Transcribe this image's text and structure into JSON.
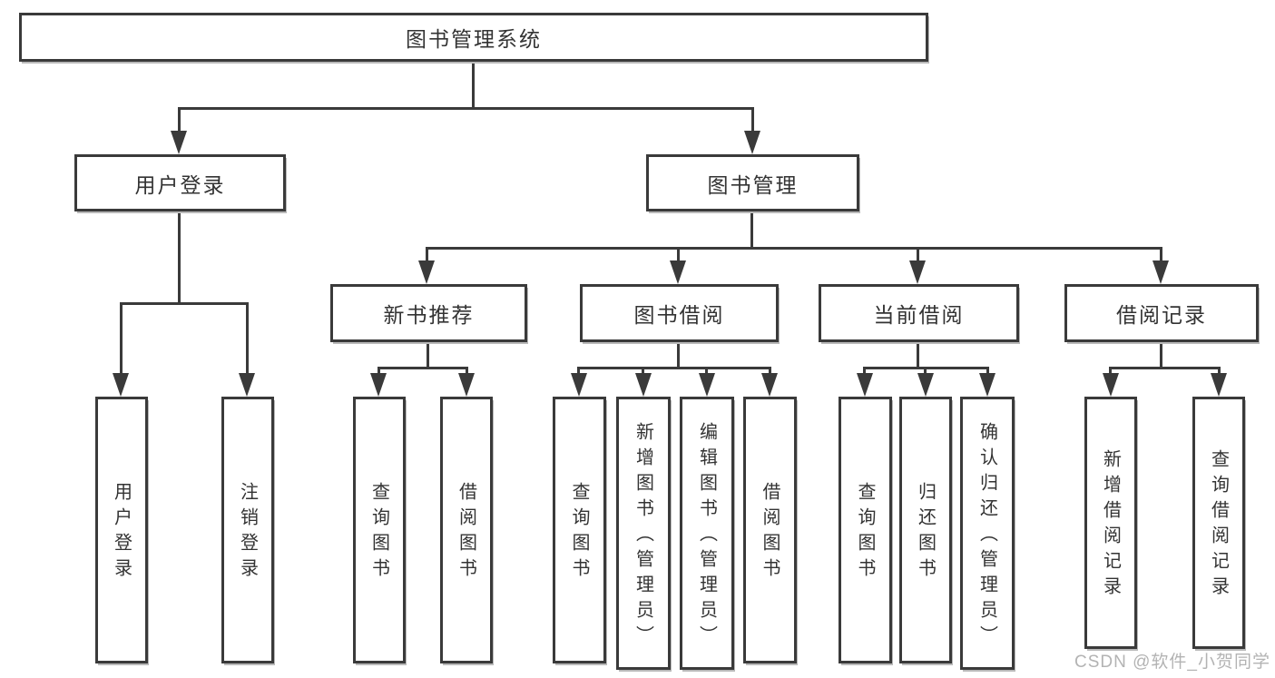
{
  "diagram": {
    "root": {
      "label": "图书管理系统"
    },
    "level2": [
      {
        "label": "用户登录"
      },
      {
        "label": "图书管理"
      }
    ],
    "level3": [
      {
        "label": "新书推荐"
      },
      {
        "label": "图书借阅"
      },
      {
        "label": "当前借阅"
      },
      {
        "label": "借阅记录"
      }
    ],
    "leaves": [
      {
        "label": "用户登录"
      },
      {
        "label": "注销登录"
      },
      {
        "label": "查询图书"
      },
      {
        "label": "借阅图书"
      },
      {
        "label": "查询图书"
      },
      {
        "label": "新增图书（管理员）"
      },
      {
        "label": "编辑图书（管理员）"
      },
      {
        "label": "借阅图书"
      },
      {
        "label": "查询图书"
      },
      {
        "label": "归还图书"
      },
      {
        "label": "确认归还（管理员）"
      },
      {
        "label": "新增借阅记录"
      },
      {
        "label": "查询借阅记录"
      }
    ],
    "colors": {
      "line": "#3a3a3a",
      "box_border": "#3a3a3a",
      "text": "#333333",
      "background": "#ffffff",
      "watermark": "#b3b3b3"
    }
  },
  "watermark": {
    "text": "CSDN @软件_小贺同学"
  }
}
